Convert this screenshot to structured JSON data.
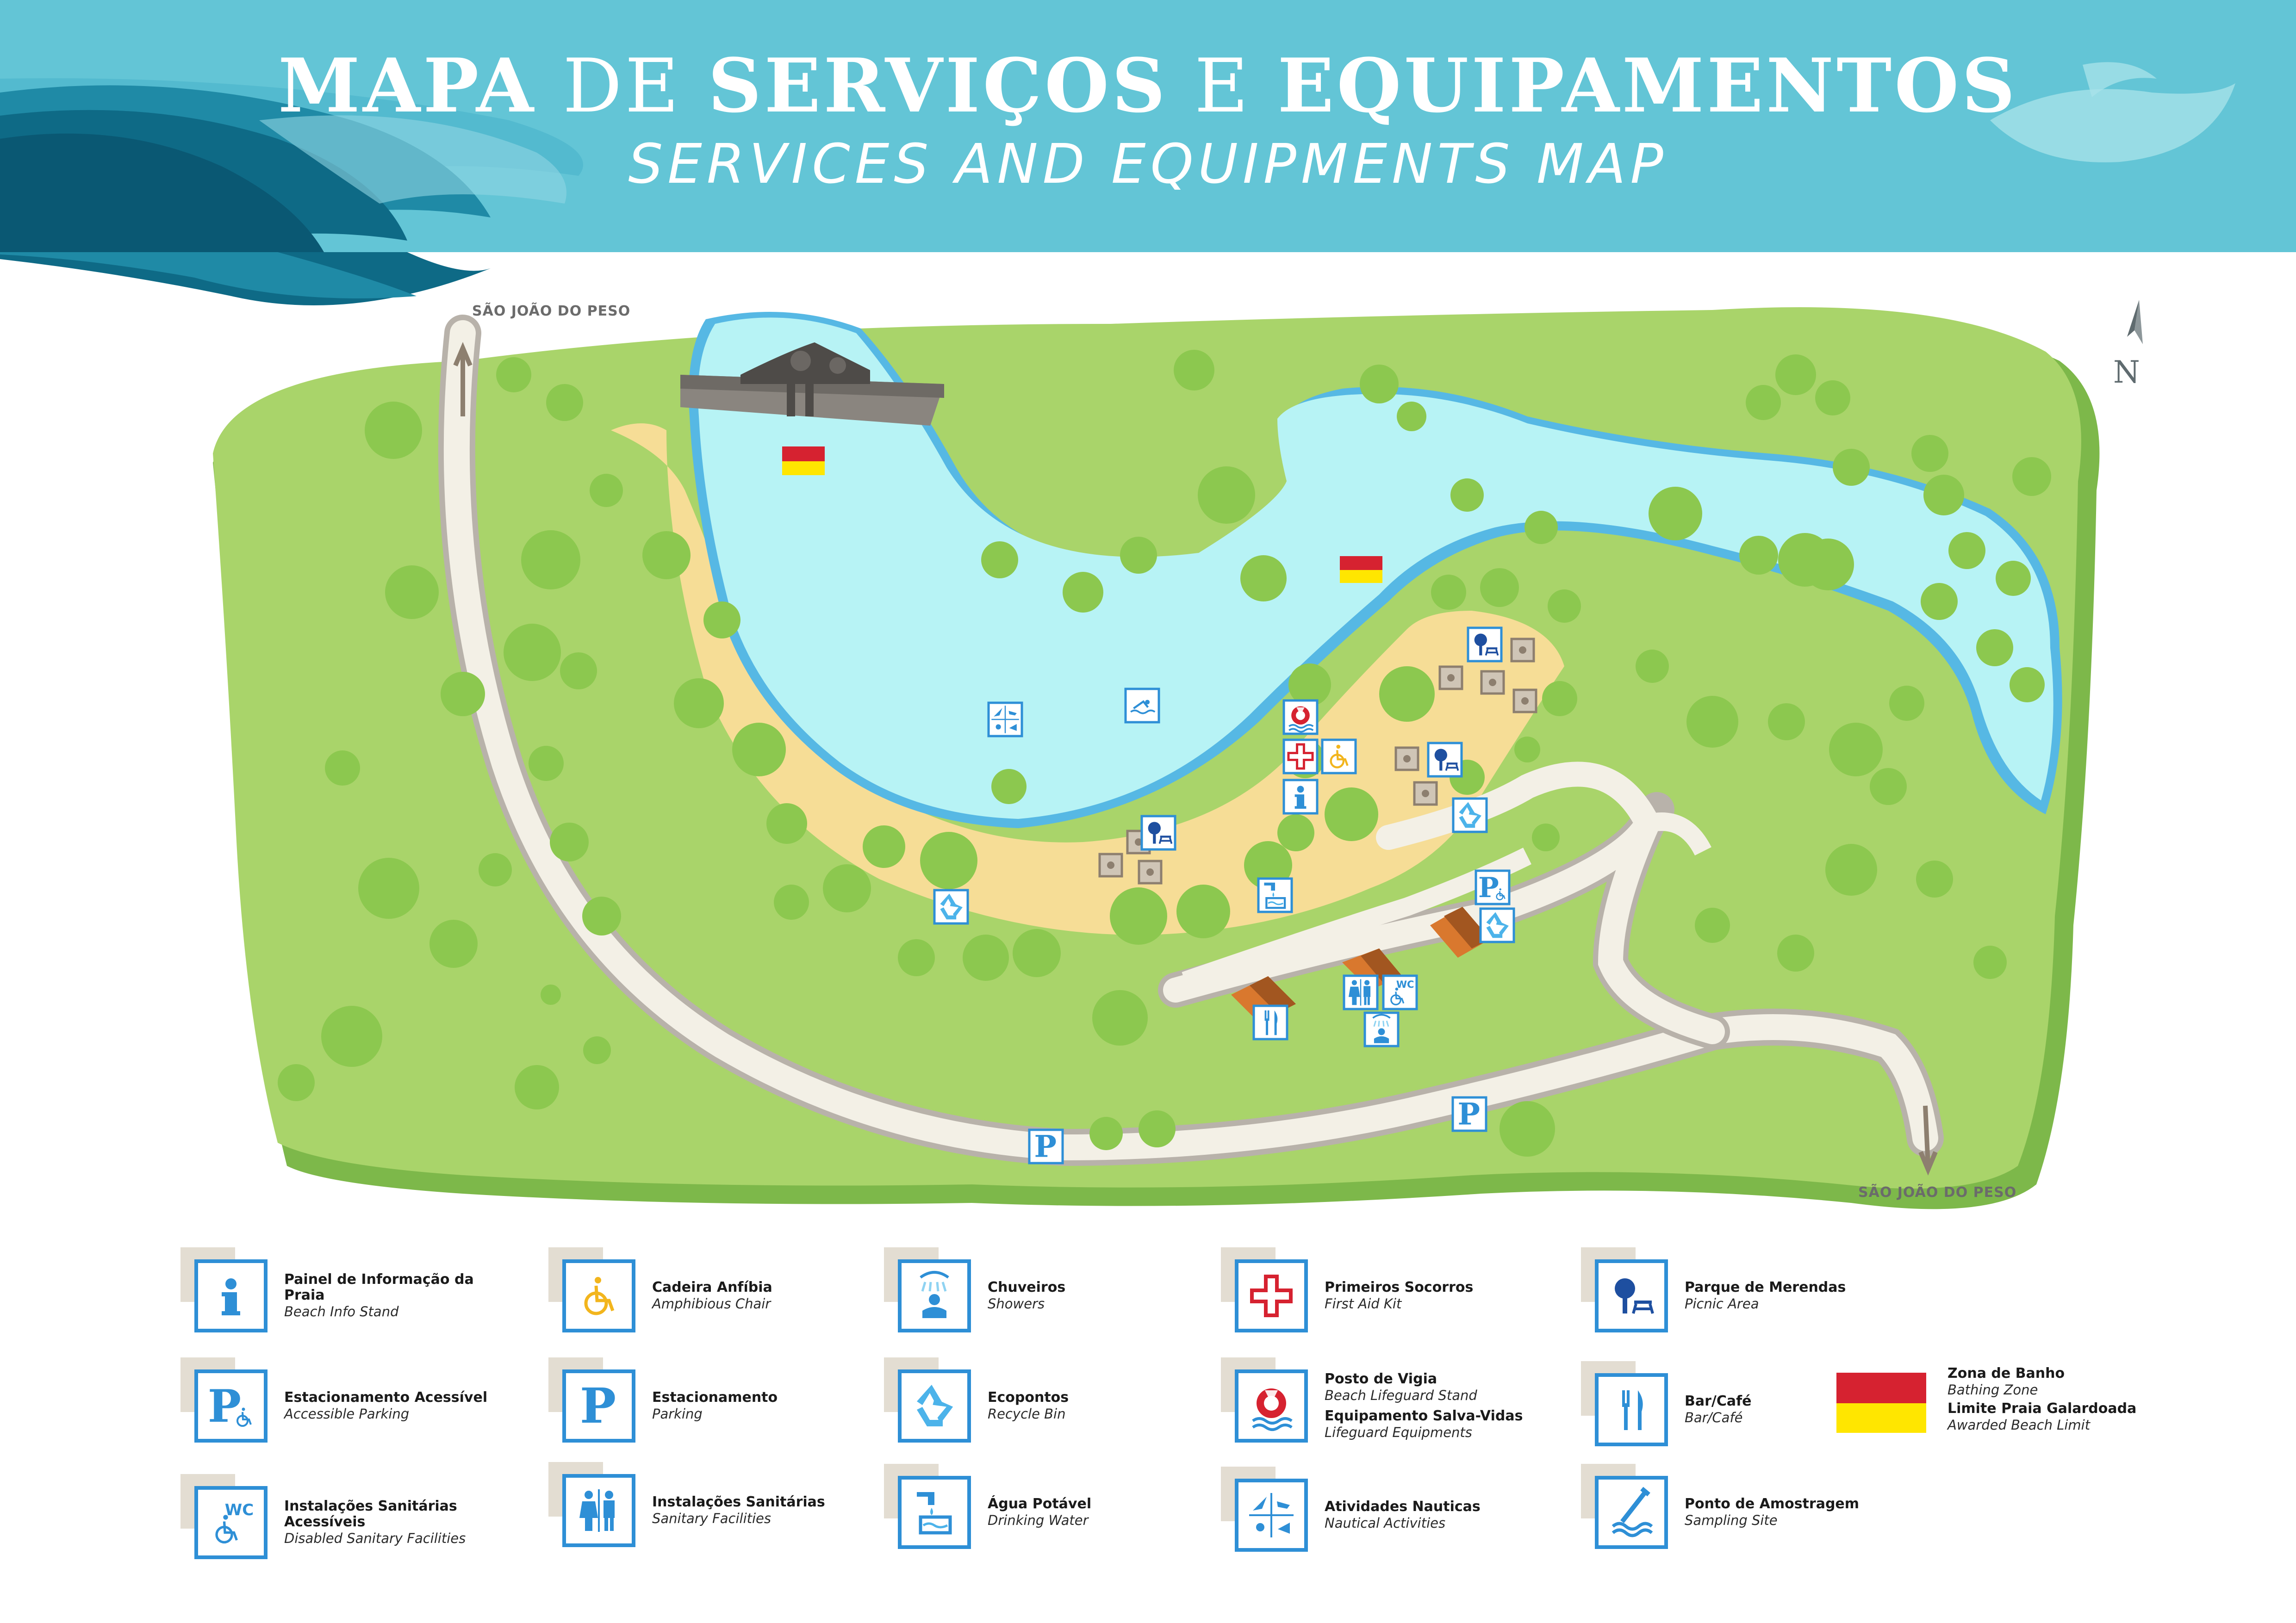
{
  "header": {
    "title_word1": "MAPA",
    "title_word2": "DE",
    "title_word3": "SERVIÇOS",
    "title_word4": "E",
    "title_word5": "EQUIPAMENTOS",
    "subtitle": "SERVICES AND EQUIPMENTS MAP",
    "banner_color": "#63c5d6"
  },
  "map": {
    "place_top": "SÃO JOÃO DO PESO",
    "place_bottom": "SÃO JOÃO DO PESO",
    "compass_label": "N",
    "colors": {
      "land": "#a9d46a",
      "land_dark": "#7db84a",
      "water": "#b7f3f5",
      "water_edge": "#56b8e4",
      "sand": "#f6dd96",
      "road": "#f3f0e6",
      "road_edge": "#b8b2aa",
      "tree": "#8cc84f",
      "flag_red": "#d62230",
      "flag_yellow": "#ffe600",
      "icon_border": "#2e8fd6",
      "roof": "#d9782e"
    }
  },
  "legend": {
    "items": [
      {
        "icon": "info-icon",
        "label": "Painel de Informação da Praia",
        "label_en": "Beach Info Stand"
      },
      {
        "icon": "accessible-parking-icon",
        "label": "Estacionamento Acessível",
        "label_en": "Accessible Parking"
      },
      {
        "icon": "accessible-wc-icon",
        "label": "Instalações Sanitárias Acessíveis",
        "label_en": "Disabled Sanitary Facilities"
      },
      {
        "icon": "wheelchair-icon",
        "label": "Cadeira Anfíbia",
        "label_en": "Amphibious Chair"
      },
      {
        "icon": "parking-icon",
        "label": "Estacionamento",
        "label_en": "Parking"
      },
      {
        "icon": "toilets-icon",
        "label": "Instalações Sanitárias",
        "label_en": "Sanitary Facilities"
      },
      {
        "icon": "shower-icon",
        "label": "Chuveiros",
        "label_en": "Showers"
      },
      {
        "icon": "recycle-icon",
        "label": "Ecopontos",
        "label_en": "Recycle Bin"
      },
      {
        "icon": "drinking-water-icon",
        "label": "Água Potável",
        "label_en": "Drinking Water"
      },
      {
        "icon": "first-aid-icon",
        "label": "Primeiros Socorros",
        "label_en": "First Aid Kit"
      },
      {
        "icon": "lifebuoy-icon",
        "label": "Posto de Vigia",
        "label_en": "Beach Lifeguard Stand",
        "label2": "Equipamento Salva-Vidas",
        "label2_en": "Lifeguard Equipments"
      },
      {
        "icon": "nautical-icon",
        "label": "Atividades Nauticas",
        "label_en": "Nautical Activities"
      },
      {
        "icon": "picnic-icon",
        "label": "Parque de Merendas",
        "label_en": "Picnic Area"
      },
      {
        "icon": "bar-icon",
        "label": "Bar/Café",
        "label_en": "Bar/Café"
      },
      {
        "icon": "sampling-icon",
        "label": "Ponto de Amostragem",
        "label_en": "Sampling Site"
      }
    ],
    "flag": {
      "label": "Zona de Banho",
      "label_en": "Bathing Zone",
      "label2": "Limite Praia Galardoada",
      "label2_en": "Awarded Beach Limit"
    }
  }
}
